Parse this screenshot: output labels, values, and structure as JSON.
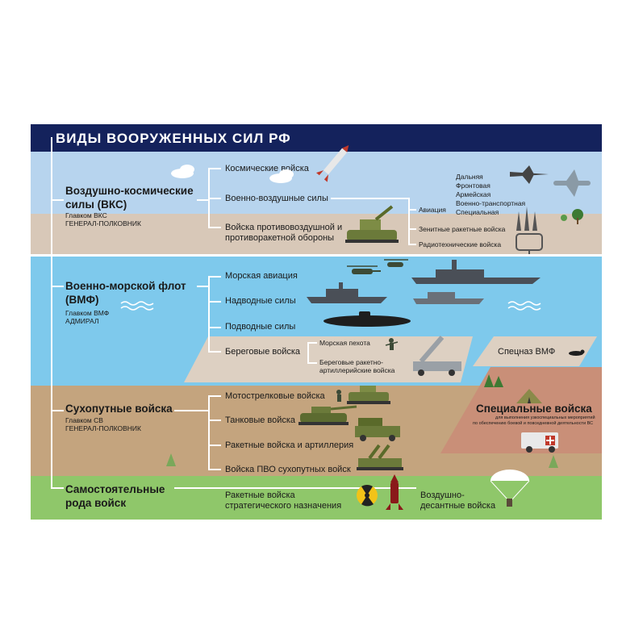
{
  "title": "ВИДЫ ВООРУЖЕННЫХ СИЛ РФ",
  "colors": {
    "header": "#14225c",
    "air_sky": "#b7d4ee",
    "air_ground": "#d8c8b8",
    "navy_water": "#7ec9ec",
    "land_ground": "#c4a47e",
    "independent_grass": "#8fc76a",
    "special_forces": "#c98f78"
  },
  "vks": {
    "name": "Воздушно-космические силы (ВКС)",
    "commander": "Главком ВКС",
    "rank": "ГЕНЕРАЛ-ПОЛКОВНИК",
    "branches": [
      "Космические войска",
      "Военно-воздушные силы",
      "Войска противовоздушной и противоракетной обороны"
    ],
    "aviation": {
      "label": "Авиация",
      "types": [
        "Дальняя",
        "Фронтовая",
        "Армейская",
        "Военно-транспортная",
        "Специальная"
      ]
    },
    "sub": [
      "Зенитные ракетные войска",
      "Радиотехнические войска"
    ]
  },
  "vmf": {
    "name": "Военно-морской флот (ВМФ)",
    "commander": "Главком ВМФ",
    "rank": "АДМИРАЛ",
    "branches": [
      "Морская авиация",
      "Надводные силы",
      "Подводные силы",
      "Береговые войска"
    ],
    "coastal_sub": [
      "Морская пехота",
      "Береговые ракетно-артиллерийские войска"
    ],
    "special": "Спецназ ВМФ"
  },
  "sv": {
    "name": "Сухопутные войска",
    "commander": "Главком СВ",
    "rank": "ГЕНЕРАЛ-ПОЛКОВНИК",
    "branches": [
      "Мотострелковые войска",
      "Танковые войска",
      "Ракетные войска и артиллерия",
      "Войска ПВО сухопутных войск"
    ]
  },
  "special_forces": {
    "name": "Специальные войска",
    "desc_line1": "для выполнения узкоспециальных мероприятий",
    "desc_line2": "по обеспечению боевой и повседневной деятельности ВС"
  },
  "independent": {
    "name": "Самостоятельные рода войск",
    "rvsn": "Ракетные войска стратегического назначения",
    "vdv": "Воздушно-десантные войска"
  },
  "icons": [
    "rocket-icon",
    "fighter-jet-icon",
    "bomber-icon",
    "sam-vehicle-icon",
    "missile-launcher-icon",
    "radar-icon",
    "helicopter-icon",
    "warship-icon",
    "submarine-icon",
    "soldier-icon",
    "tank-icon",
    "truck-icon",
    "radiation-icon",
    "warhead-icon",
    "parachute-icon",
    "tent-icon",
    "ambulance-icon",
    "diver-icon",
    "cloud-icon",
    "tree-icon"
  ]
}
